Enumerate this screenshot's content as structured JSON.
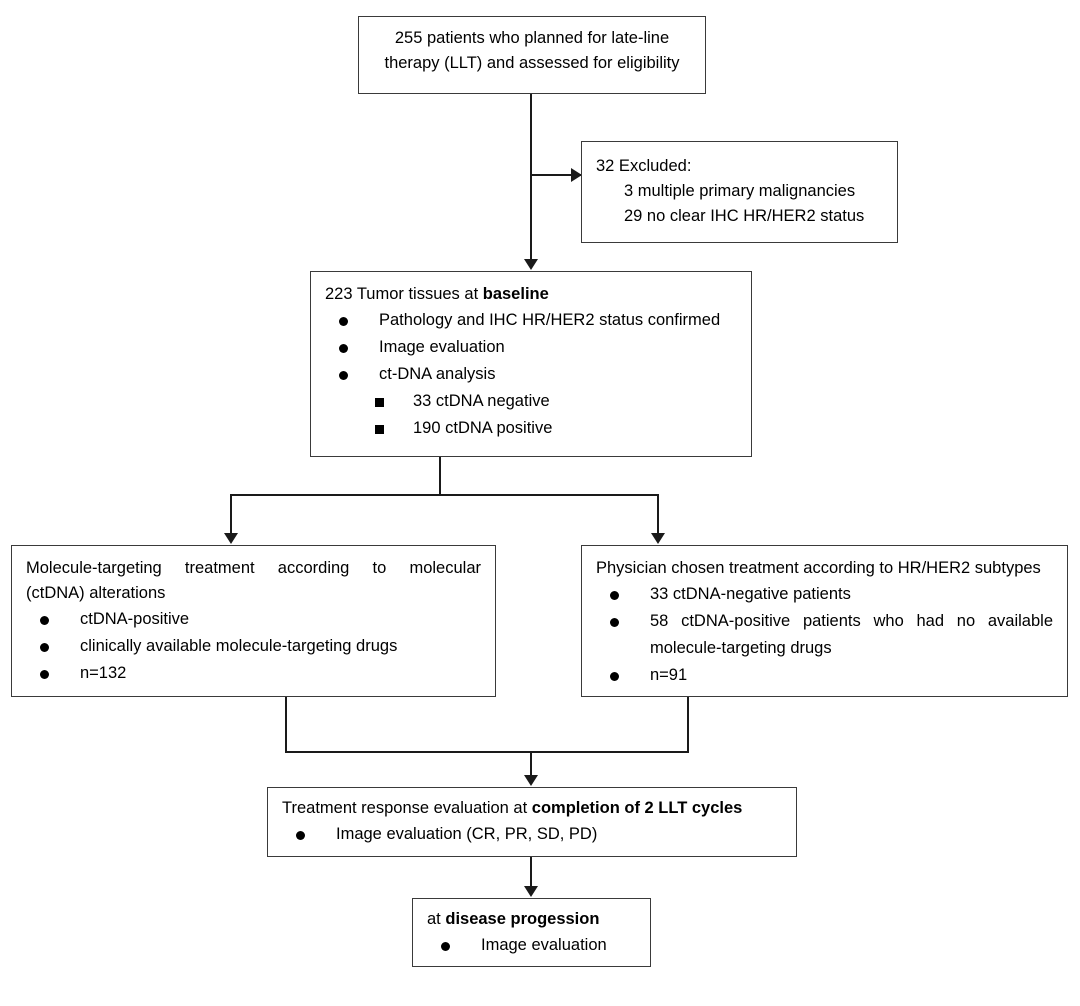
{
  "diagram": {
    "title": "CONSORT-style patient flow diagram",
    "nodes": {
      "enrollment": {
        "line1": "255 patients who planned for late-line",
        "line2": "therapy (LLT) and assessed for eligibility"
      },
      "excluded": {
        "heading": "32 Excluded:",
        "items": [
          "3 multiple primary malignancies",
          "29 no clear IHC HR/HER2 status"
        ]
      },
      "baseline": {
        "heading_pre": "223 Tumor tissues at ",
        "heading_bold": "baseline",
        "bullets": [
          "Pathology and IHC HR/HER2 status confirmed",
          "Image evaluation",
          "ct-DNA analysis"
        ],
        "subbullets": [
          "33 ctDNA negative",
          "190 ctDNA positive"
        ]
      },
      "left_arm": {
        "heading_line1": "Molecule-targeting treatment according to molecular",
        "heading_line2": "(ctDNA) alterations",
        "bullets": [
          "ctDNA-positive",
          "clinically available molecule-targeting drugs",
          "n=132"
        ]
      },
      "right_arm": {
        "heading": "Physician chosen treatment according to HR/HER2 subtypes",
        "bullets": [
          "33 ctDNA-negative patients",
          "58 ctDNA-positive patients who had no available",
          "n=91"
        ],
        "bullet2_wrap": "molecule-targeting drugs"
      },
      "response": {
        "heading_pre": "Treatment response evaluation at ",
        "heading_bold": "completion of 2 LLT cycles",
        "bullets": [
          "Image evaluation (CR, PR, SD, PD)"
        ]
      },
      "progression": {
        "heading_pre": "at ",
        "heading_bold": "disease progession",
        "bullets": [
          "Image evaluation"
        ]
      }
    },
    "colors": {
      "box_border": "#3a3a3a",
      "connector": "#1a1a1a",
      "background": "#ffffff",
      "text": "#000000"
    }
  }
}
